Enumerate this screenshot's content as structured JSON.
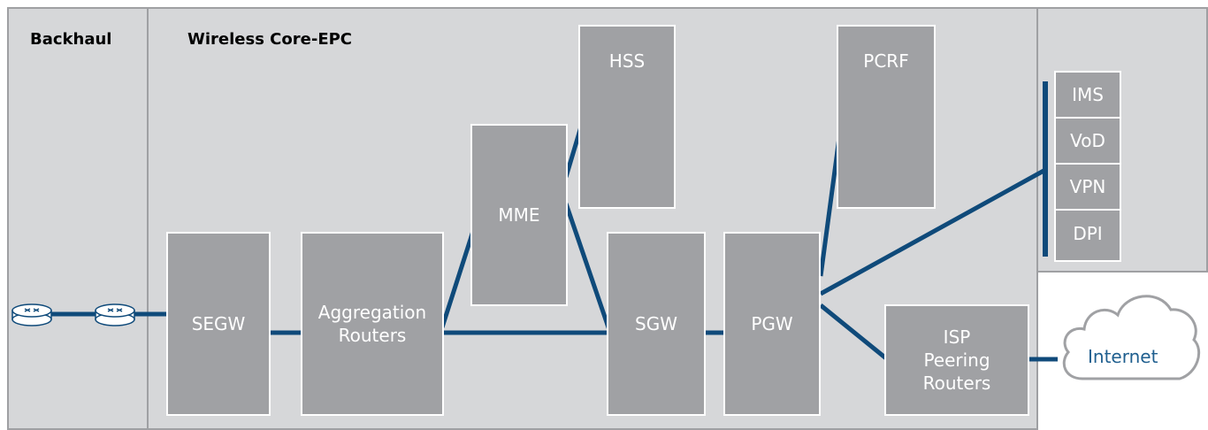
{
  "panels": {
    "backhaul": "Backhaul",
    "core": "Wireless Core-EPC"
  },
  "nodes": {
    "segw": "SEGW",
    "agg_line1": "Aggregation",
    "agg_line2": "Routers",
    "mme": "MME",
    "hss": "HSS",
    "sgw": "SGW",
    "pgw": "PGW",
    "pcrf": "PCRF",
    "isp_line1": "ISP",
    "isp_line2": "Peering",
    "isp_line3": "Routers"
  },
  "services": [
    "IMS",
    "VoD",
    "VPN",
    "DPI"
  ],
  "internet": "Internet",
  "colors": {
    "link": "#0f4a7a",
    "panel": "#d6d7d9",
    "node": "#a0a1a4",
    "internet_text": "#1f5f8f"
  },
  "icons": [
    "router-icon",
    "cloud-icon"
  ]
}
